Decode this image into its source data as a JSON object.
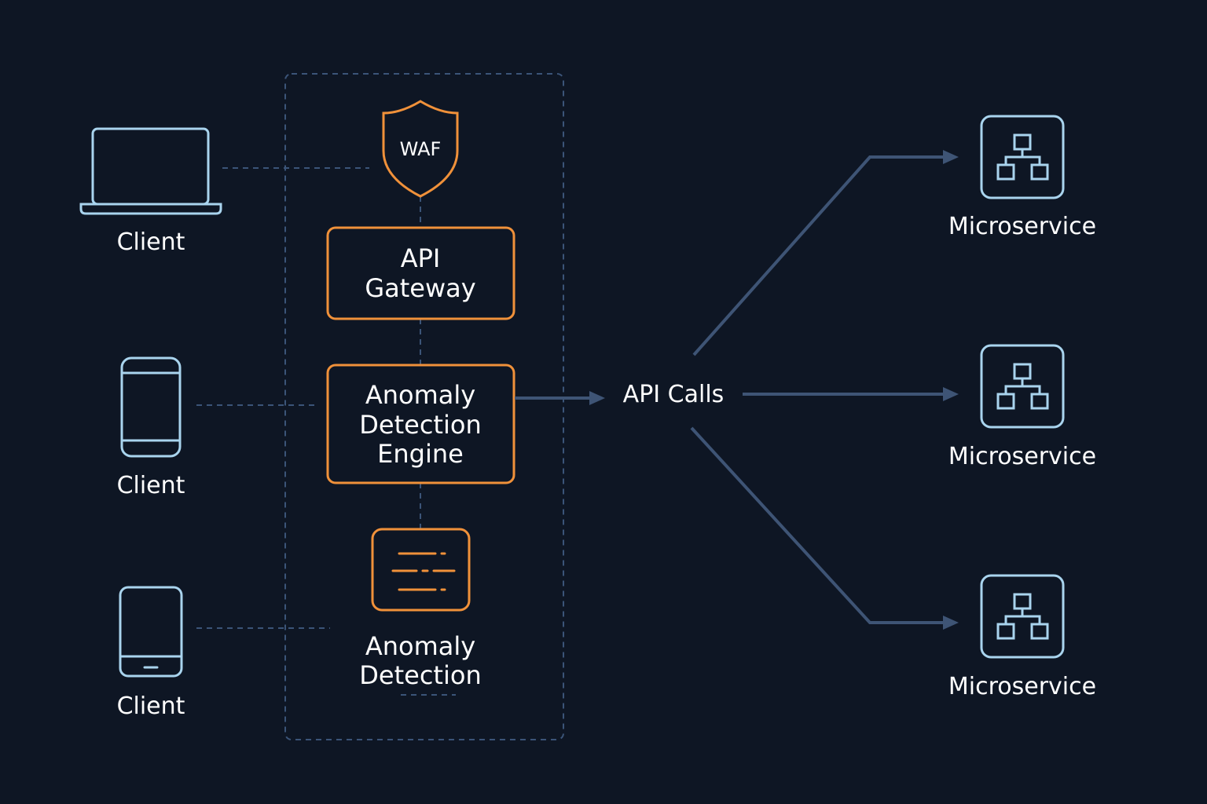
{
  "clients": [
    {
      "label": "Client",
      "icon": "laptop-icon"
    },
    {
      "label": "Client",
      "icon": "tablet-icon"
    },
    {
      "label": "Client",
      "icon": "smartphone-icon"
    }
  ],
  "waf": {
    "label": "WAF",
    "icon": "shield-icon"
  },
  "api_gateway": {
    "line1": "API",
    "line2": "Gateway"
  },
  "engine": {
    "line1": "Anomaly",
    "line2": "Detection",
    "line3": "Engine"
  },
  "detection": {
    "line1": "Anomaly",
    "line2": "Detection",
    "icon": "log-panel-icon"
  },
  "api_calls": {
    "label": "API Calls"
  },
  "microservices": [
    {
      "label": "Microservice",
      "icon": "hierarchy-icon"
    },
    {
      "label": "Microservice",
      "icon": "hierarchy-icon"
    },
    {
      "label": "Microservice",
      "icon": "hierarchy-icon"
    }
  ],
  "colors": {
    "background": "#0e1624",
    "accent": "#f0913a",
    "icon_blue": "#a9d4ee",
    "connector": "#3e5475"
  }
}
